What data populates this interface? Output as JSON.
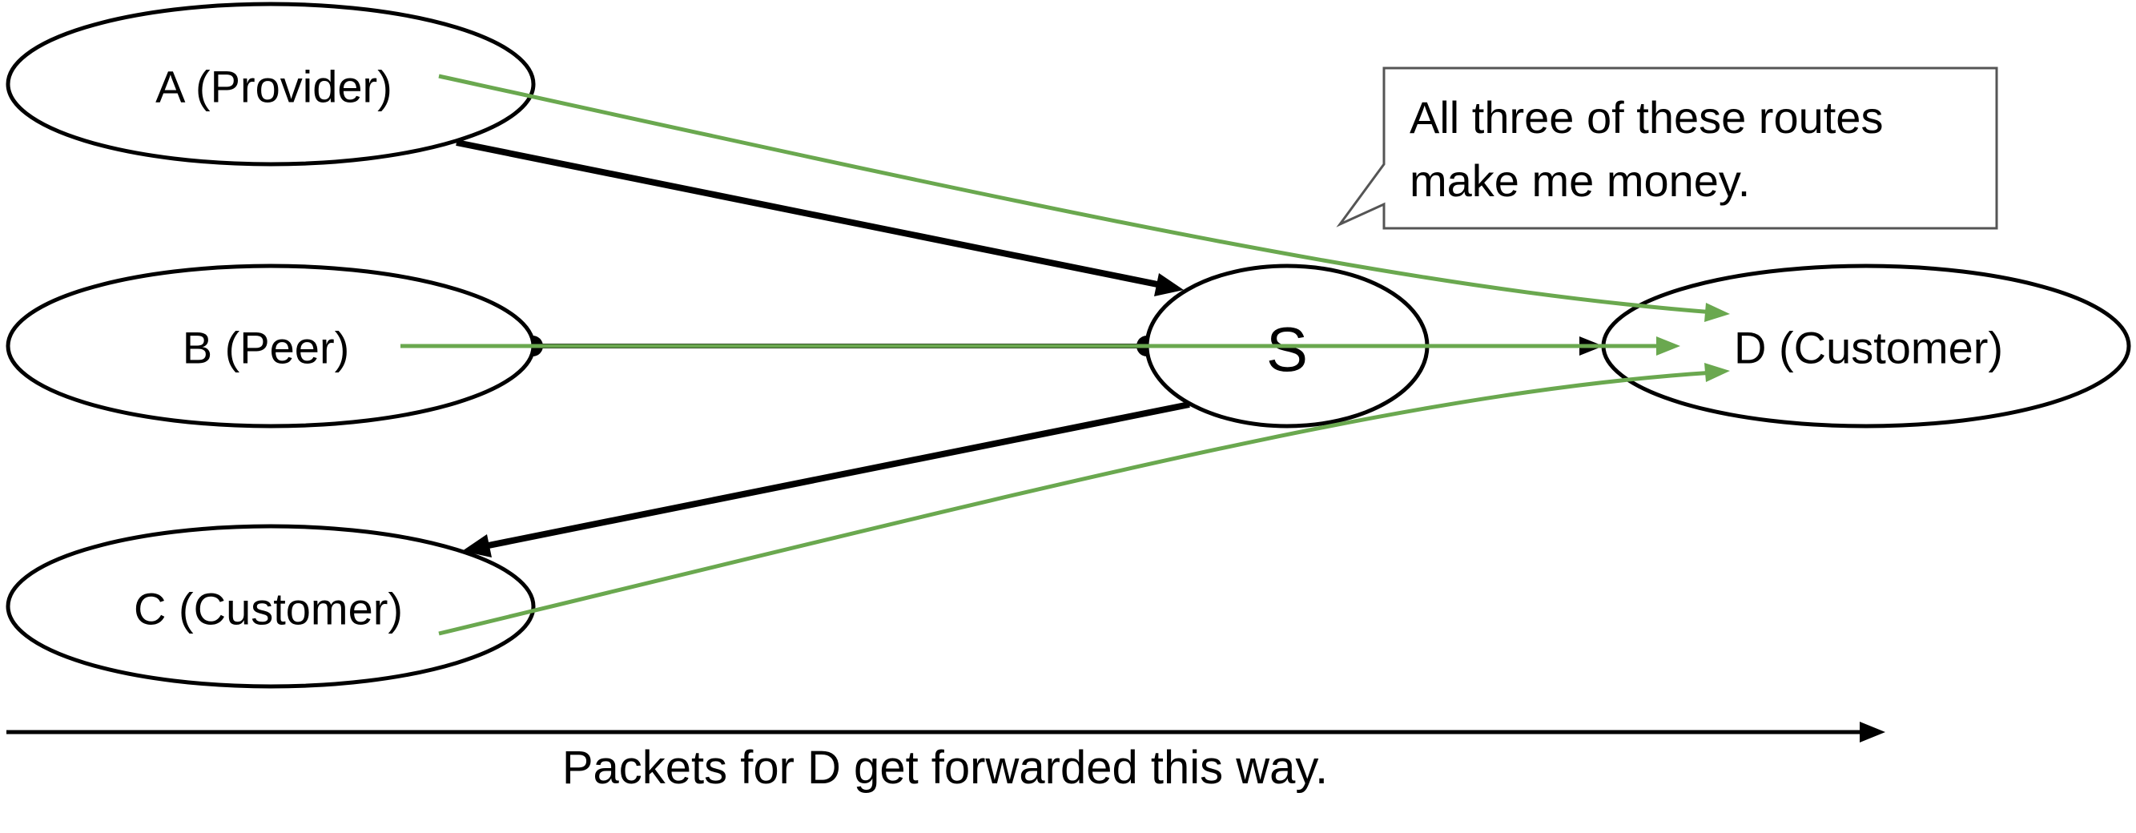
{
  "nodes": {
    "a": {
      "label": "A (Provider)"
    },
    "b": {
      "label": "B (Peer)"
    },
    "c": {
      "label": "C (Customer)"
    },
    "s": {
      "label": "S"
    },
    "d": {
      "label": "D (Customer)"
    }
  },
  "callout": {
    "line1": "All three of these routes",
    "line2": "make me money."
  },
  "caption": "Packets for D get forwarded this way.",
  "colors": {
    "route": "#6aa84f",
    "link": "#000000"
  }
}
